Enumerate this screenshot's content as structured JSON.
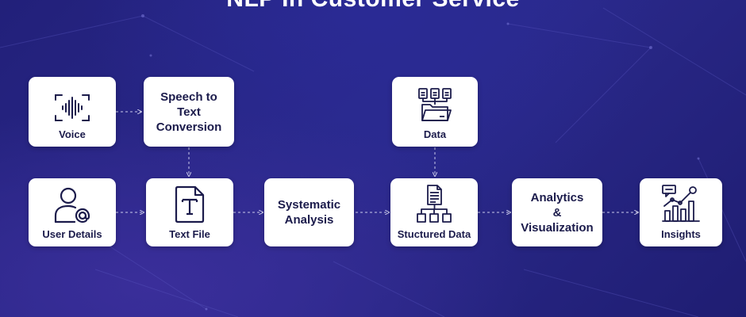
{
  "title": "NLP In Customer Service",
  "nodes": {
    "voice": "Voice",
    "speech": "Speech to\nText\nConversion",
    "data": "Data",
    "user": "User Details",
    "textfile": "Text File",
    "systematic": "Systematic\nAnalysis",
    "structured": "Stuctured Data",
    "analytics": "Analytics\n&\nVisualization",
    "insights": "Insights"
  },
  "icons": {
    "voice": "voice-waveform-icon",
    "data": "folder-documents-icon",
    "user": "user-email-icon",
    "textfile": "text-file-icon",
    "structured": "document-hierarchy-icon",
    "insights": "chart-insights-icon"
  },
  "colors": {
    "background": "#25237f",
    "box": "#ffffff",
    "text": "#1b1b4b",
    "arrow": "#c9c9ea"
  }
}
